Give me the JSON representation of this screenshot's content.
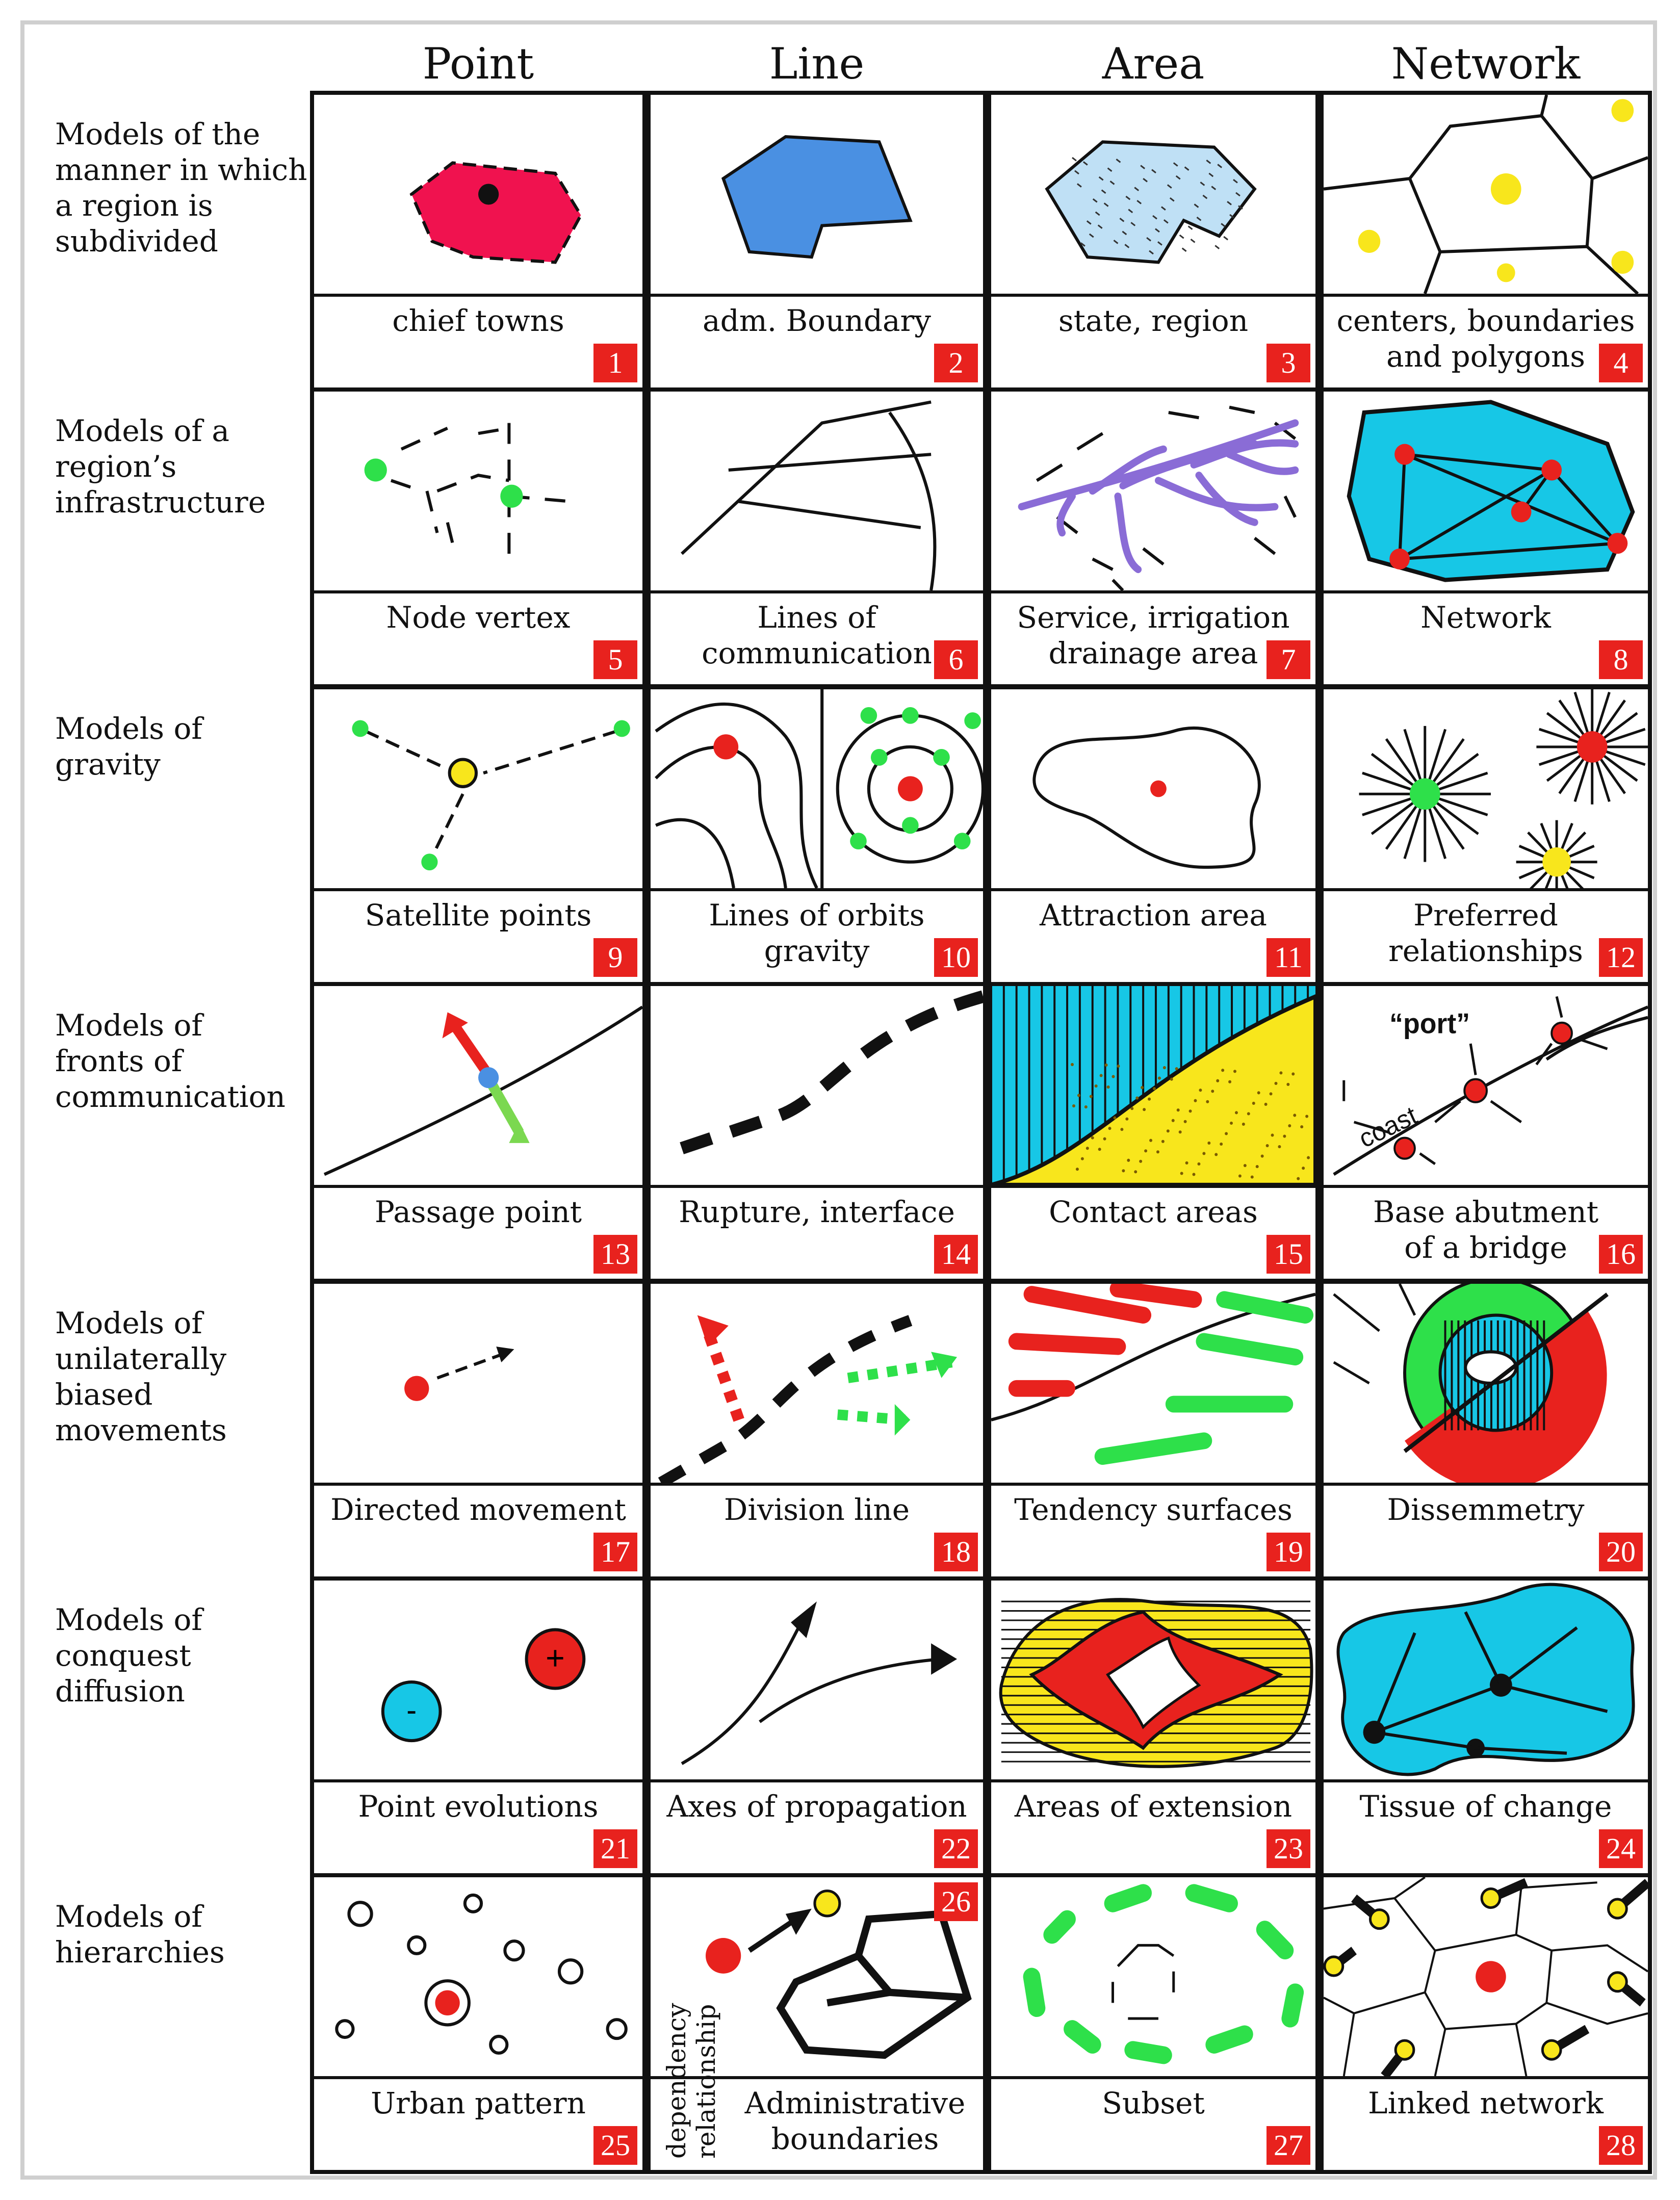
{
  "columns": [
    "Point",
    "Line",
    "Area",
    "Network"
  ],
  "rows": [
    {
      "label": [
        "Models of the",
        "manner in which",
        "a region is",
        "subdivided"
      ],
      "cells": [
        {
          "caption": [
            "chief towns"
          ],
          "number": "1"
        },
        {
          "caption": [
            "adm. Boundary"
          ],
          "number": "2"
        },
        {
          "caption": [
            "state, region"
          ],
          "number": "3"
        },
        {
          "caption": [
            "centers, boundaries",
            "and polygons"
          ],
          "number": "4"
        }
      ]
    },
    {
      "label": [
        "Models of a",
        "region’s",
        "infrastructure"
      ],
      "cells": [
        {
          "caption": [
            "Node           vertex"
          ],
          "number": "5"
        },
        {
          "caption": [
            "Lines of",
            "communication"
          ],
          "number": "6"
        },
        {
          "caption": [
            "Service, irrigation",
            "drainage area"
          ],
          "number": "7"
        },
        {
          "caption": [
            "Network"
          ],
          "number": "8"
        }
      ]
    },
    {
      "label": [
        "Models of",
        "gravity"
      ],
      "cells": [
        {
          "caption": [
            "Satellite points"
          ],
          "number": "9"
        },
        {
          "caption": [
            "Lines of          orbits",
            "gravity"
          ],
          "number": "10"
        },
        {
          "caption": [
            "Attraction area"
          ],
          "number": "11"
        },
        {
          "caption": [
            "Preferred",
            "relationships"
          ],
          "number": "12"
        }
      ]
    },
    {
      "label": [
        "Models of",
        "fronts of",
        "communication"
      ],
      "cells": [
        {
          "caption": [
            "Passage point"
          ],
          "number": "13"
        },
        {
          "caption": [
            "Rupture, interface"
          ],
          "number": "14"
        },
        {
          "caption": [
            "Contact areas"
          ],
          "number": "15"
        },
        {
          "caption": [
            "Base          abutment",
            "of a bridge"
          ],
          "number": "16"
        }
      ]
    },
    {
      "label": [
        "Models of",
        "unilaterally",
        "biased",
        "movements"
      ],
      "cells": [
        {
          "caption": [
            "Directed movement"
          ],
          "number": "17"
        },
        {
          "caption": [
            "Division line"
          ],
          "number": "18"
        },
        {
          "caption": [
            "Tendency surfaces"
          ],
          "number": "19"
        },
        {
          "caption": [
            "Dissemmetry"
          ],
          "number": "20"
        }
      ]
    },
    {
      "label": [
        "Models of",
        "conquest",
        "diffusion"
      ],
      "cells": [
        {
          "caption": [
            "Point evolutions"
          ],
          "number": "21"
        },
        {
          "caption": [
            "Axes of propagation"
          ],
          "number": "22"
        },
        {
          "caption": [
            "Areas of extension"
          ],
          "number": "23"
        },
        {
          "caption": [
            "Tissue of change"
          ],
          "number": "24"
        }
      ]
    },
    {
      "label": [
        "Models of",
        "hierarchies"
      ],
      "cells": [
        {
          "caption": [
            "Urban pattern"
          ],
          "number": "25"
        },
        {
          "caption": [
            "Administrative",
            "boundaries"
          ],
          "number": "26"
        },
        {
          "caption": [
            "Subset"
          ],
          "number": "27"
        },
        {
          "caption": [
            "Linked network"
          ],
          "number": "28"
        }
      ]
    }
  ],
  "inset_labels": {
    "port": "“port”",
    "coast": "coast",
    "dependency": [
      "dependency",
      "relationship"
    ],
    "minus": "-",
    "plus": "+"
  },
  "colors": {
    "red": "#e8221e",
    "pink": "#f0124f",
    "blue": "#4a90e2",
    "light_blue": "#bfe0f5",
    "cyan": "#17c7e6",
    "yellow": "#f8e61c",
    "green": "#2ee04a",
    "purple": "#8a6cd6"
  }
}
